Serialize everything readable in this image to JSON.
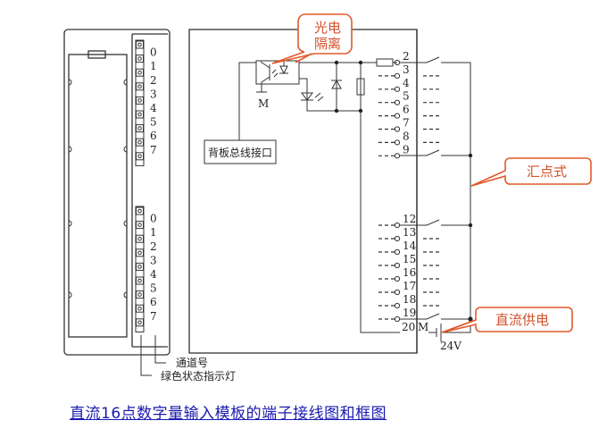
{
  "module_front": {
    "upper_channels": [
      "0",
      "1",
      "2",
      "3",
      "4",
      "5",
      "6",
      "7"
    ],
    "lower_channels": [
      "0",
      "1",
      "2",
      "3",
      "4",
      "5",
      "6",
      "7"
    ],
    "label_channel_number": "通道号",
    "label_status_led": "绿色状态指示灯"
  },
  "circuit": {
    "backplane_label": "背板总线接口",
    "ground_label": "M",
    "upper_terminals": [
      "2",
      "3",
      "4",
      "5",
      "6",
      "7",
      "8",
      "9"
    ],
    "lower_terminals": [
      "12",
      "13",
      "14",
      "15",
      "16",
      "17",
      "18",
      "19"
    ],
    "common_terminal": "20",
    "common_label": "M",
    "supply_voltage": "24V"
  },
  "callouts": {
    "opto_line1": "光电",
    "opto_line2": "隔离",
    "sink": "汇点式",
    "dc_supply": "直流供电"
  },
  "caption": "直流16点数字量输入模板的端子接线图和框图",
  "colors": {
    "callout": "#e05a2b",
    "caption": "#1a1ab0",
    "line": "#333333"
  }
}
